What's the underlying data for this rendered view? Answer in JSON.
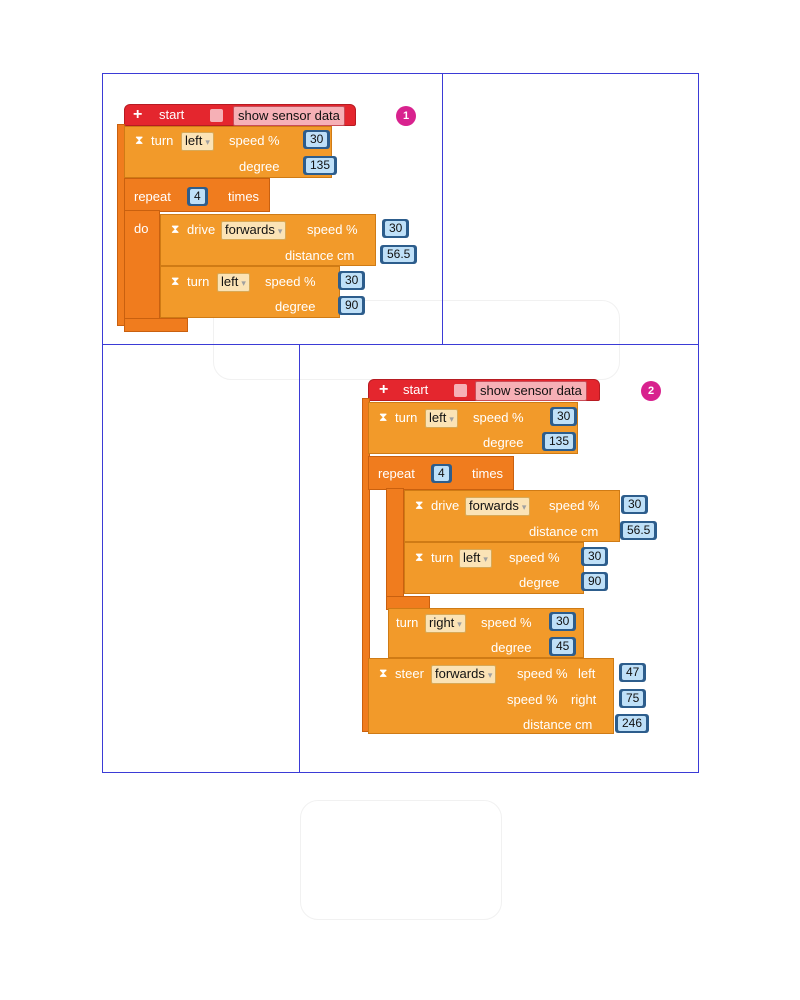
{
  "badges": {
    "one": "1",
    "two": "2"
  },
  "start": {
    "label": "start",
    "sensor_label": "show sensor data"
  },
  "labels": {
    "turn": "turn",
    "speed_pct": "speed %",
    "degree": "degree",
    "repeat": "repeat",
    "times": "times",
    "do": "do",
    "drive": "drive",
    "distance_cm": "distance cm",
    "steer": "steer",
    "left": "left",
    "right": "right"
  },
  "program1": {
    "turn1": {
      "direction": "left",
      "speed": "30",
      "degree": "135"
    },
    "repeat_count": "4",
    "drive": {
      "direction": "forwards",
      "speed": "30",
      "distance": "56.5"
    },
    "turn2": {
      "direction": "left",
      "speed": "30",
      "degree": "90"
    }
  },
  "program2": {
    "turn1": {
      "direction": "left",
      "speed": "30",
      "degree": "135"
    },
    "repeat_count": "4",
    "drive": {
      "direction": "forwards",
      "speed": "30",
      "distance": "56.5"
    },
    "turn2": {
      "direction": "left",
      "speed": "30",
      "degree": "90"
    },
    "turn3": {
      "direction": "right",
      "speed": "30",
      "degree": "45"
    },
    "steer": {
      "direction": "forwards",
      "speed_left": "47",
      "speed_right": "75",
      "distance": "246"
    }
  },
  "colors": {
    "hat": "#e4262e",
    "block": "#f29a2a",
    "loop": "#f07c1e",
    "number_field": "#bfe0f8",
    "grid": "#3b3bd6",
    "badge": "#d8228e"
  }
}
